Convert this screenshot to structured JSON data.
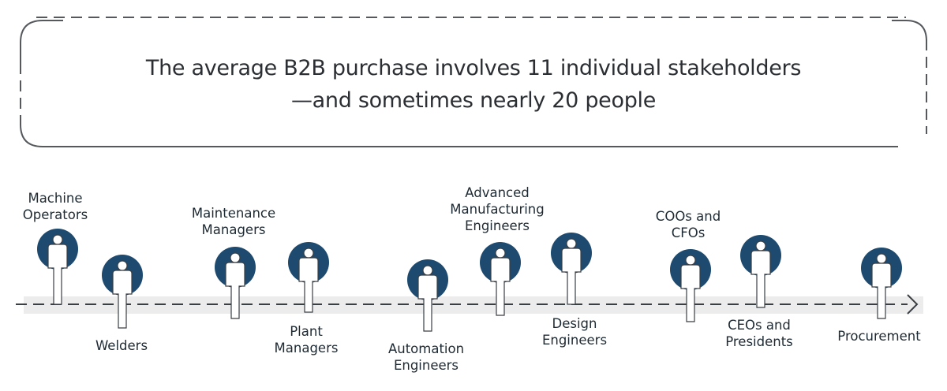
{
  "headline": {
    "line1": "The average B2B purchase involves 11 individual stakeholders",
    "line2": "—and sometimes nearly 20 people"
  },
  "colors": {
    "accent": "#1d4a6e",
    "line": "#3a3f44",
    "band": "#ececec",
    "frame": "#55595d"
  },
  "stakeholders": [
    {
      "id": "machine-operators",
      "lines": [
        "Machine",
        "Operators"
      ]
    },
    {
      "id": "welders",
      "lines": [
        "Welders"
      ]
    },
    {
      "id": "maintenance-managers",
      "lines": [
        "Maintenance",
        "Managers"
      ]
    },
    {
      "id": "plant-managers",
      "lines": [
        "Plant",
        "Managers"
      ]
    },
    {
      "id": "automation-engineers",
      "lines": [
        "Automation",
        "Engineers"
      ]
    },
    {
      "id": "advanced-manufacturing-engineers",
      "lines": [
        "Advanced",
        "Manufacturing",
        "Engineers"
      ]
    },
    {
      "id": "design-engineers",
      "lines": [
        "Design",
        "Engineers"
      ]
    },
    {
      "id": "coos-and-cfos",
      "lines": [
        "COOs and",
        "CFOs"
      ]
    },
    {
      "id": "ceos-and-presidents",
      "lines": [
        "CEOs and",
        "Presidents"
      ]
    },
    {
      "id": "procurement",
      "lines": [
        "Procurement"
      ]
    }
  ]
}
